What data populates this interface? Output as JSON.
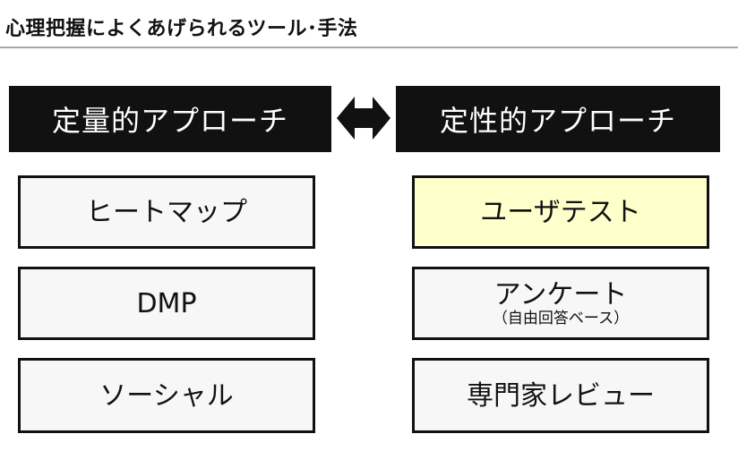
{
  "page": {
    "title": "心理把握によくあげられるツール･手法"
  },
  "approaches": {
    "quantitative": "定量的アプローチ",
    "qualitative": "定性的アプローチ",
    "connector_icon": "double-headed-arrow"
  },
  "quantitative_tools": [
    {
      "label": "ヒートマップ"
    },
    {
      "label": "DMP"
    },
    {
      "label": "ソーシャル"
    }
  ],
  "qualitative_tools": [
    {
      "label": "ユーザテスト",
      "highlighted": true
    },
    {
      "label": "アンケート",
      "note": "（自由回答ベース）"
    },
    {
      "label": "専門家レビュー"
    }
  ],
  "colors": {
    "header_bg": "#111111",
    "box_bg": "#f7f7f7",
    "highlight_bg": "#ffffcc",
    "rule": "#a6a6a6"
  }
}
